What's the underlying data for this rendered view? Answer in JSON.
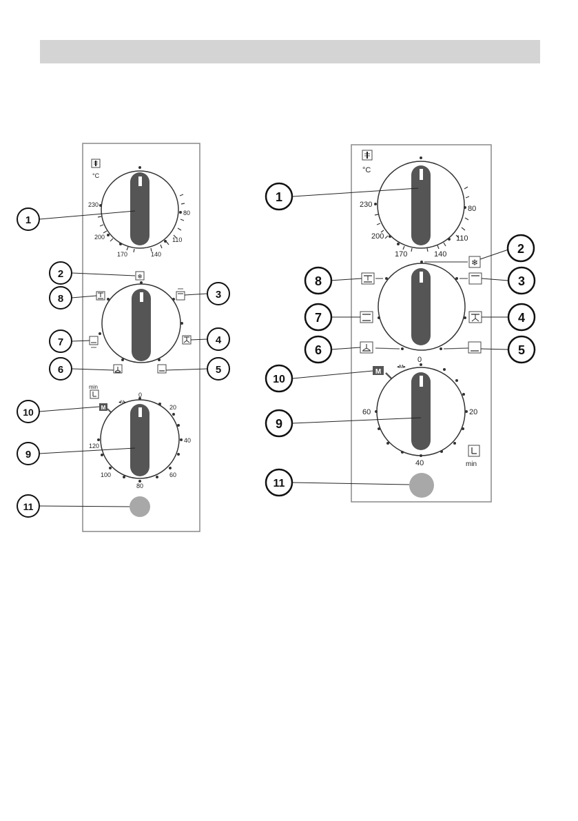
{
  "units": {
    "celsius": "°C",
    "minutes": "min",
    "manual": "M"
  },
  "panel_a": {
    "temperature_ticks": [
      "230",
      "200",
      "170",
      "140",
      "110",
      "80"
    ],
    "timer_ticks": [
      "0",
      "20",
      "40",
      "60",
      "80",
      "100",
      "120"
    ],
    "callouts": [
      "1",
      "2",
      "3",
      "4",
      "5",
      "6",
      "7",
      "8",
      "9",
      "10",
      "11"
    ]
  },
  "panel_b": {
    "temperature_ticks": [
      "230",
      "200",
      "170",
      "140",
      "110",
      "80"
    ],
    "timer_ticks": [
      "0",
      "20",
      "40",
      "60"
    ],
    "callouts": [
      "1",
      "2",
      "3",
      "4",
      "5",
      "6",
      "7",
      "8",
      "9",
      "10",
      "11"
    ]
  },
  "colors": {
    "header": "#d4d4d4",
    "knob": "#555555",
    "lamp": "#a8a8a8",
    "panel_border": "#888888"
  }
}
